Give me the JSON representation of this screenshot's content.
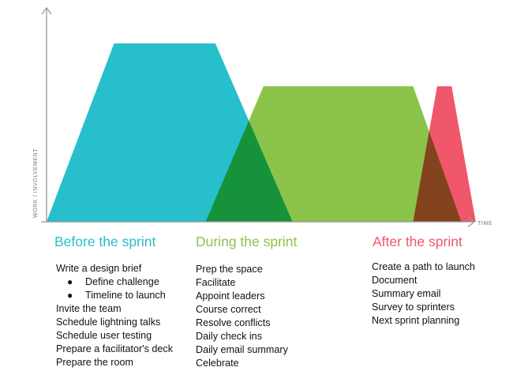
{
  "chart_data": {
    "type": "area",
    "title": "",
    "xlabel": "TIME",
    "ylabel": "WORK / INVOLVEMENT",
    "grid": false,
    "legend": "none",
    "series": [
      {
        "name": "Before the sprint",
        "color": "#27BFCC",
        "points": [
          [
            0,
            0
          ],
          [
            0.14,
            1.0
          ],
          [
            0.35,
            1.0
          ],
          [
            0.51,
            0
          ]
        ]
      },
      {
        "name": "During the sprint",
        "color": "#8BC34A",
        "points": [
          [
            0.33,
            0
          ],
          [
            0.45,
            0.76
          ],
          [
            0.76,
            0.76
          ],
          [
            0.86,
            0
          ]
        ]
      },
      {
        "name": "After the sprint",
        "color": "#F0576A",
        "points": [
          [
            0.76,
            0
          ],
          [
            0.81,
            0.76
          ],
          [
            0.84,
            0.76
          ],
          [
            0.89,
            0
          ]
        ]
      }
    ]
  },
  "phases": [
    {
      "heading": "Before the sprint",
      "color": "#27BFCC",
      "tasks": [
        {
          "text": "Write a design brief",
          "sub": false
        },
        {
          "text": "Define challenge",
          "sub": true
        },
        {
          "text": "Timeline to launch",
          "sub": true
        },
        {
          "text": "Invite the team",
          "sub": false
        },
        {
          "text": "Schedule lightning talks",
          "sub": false
        },
        {
          "text": "Schedule user testing",
          "sub": false
        },
        {
          "text": "Prepare a facilitator's deck",
          "sub": false
        },
        {
          "text": "Prepare the room",
          "sub": false
        }
      ]
    },
    {
      "heading": "During the sprint",
      "color": "#8BC34A",
      "tasks": [
        {
          "text": "Prep the space",
          "sub": false
        },
        {
          "text": "Facilitate",
          "sub": false
        },
        {
          "text": "Appoint leaders",
          "sub": false
        },
        {
          "text": "Course correct",
          "sub": false
        },
        {
          "text": "Resolve conflicts",
          "sub": false
        },
        {
          "text": "Daily check ins",
          "sub": false
        },
        {
          "text": "Daily email summary",
          "sub": false
        },
        {
          "text": "Celebrate",
          "sub": false
        }
      ]
    },
    {
      "heading": "After the sprint",
      "color": "#F0576A",
      "tasks": [
        {
          "text": "Create a path to launch",
          "sub": false
        },
        {
          "text": "Document",
          "sub": false
        },
        {
          "text": "Summary email",
          "sub": false
        },
        {
          "text": "Survey to sprinters",
          "sub": false
        },
        {
          "text": "Next sprint planning",
          "sub": false
        }
      ]
    }
  ]
}
